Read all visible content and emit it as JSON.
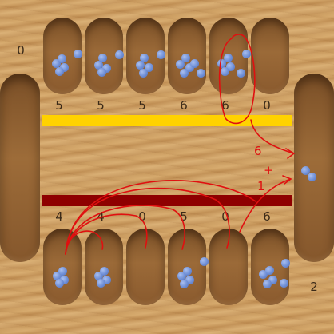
{
  "top_row_counts": [
    "5",
    "5",
    "5",
    "6",
    "6",
    "0"
  ],
  "bottom_row_counts": [
    "4",
    "4",
    "0",
    "5",
    "0",
    "6"
  ],
  "left_store_count": "0",
  "right_store_count": "2",
  "annotation_text": [
    "6",
    "+",
    "1"
  ],
  "colors": {
    "top_player_bar": "#ffd200",
    "bottom_player_bar": "#8e0000",
    "annotation": "#e01010",
    "seed": "#6f8fd6"
  }
}
